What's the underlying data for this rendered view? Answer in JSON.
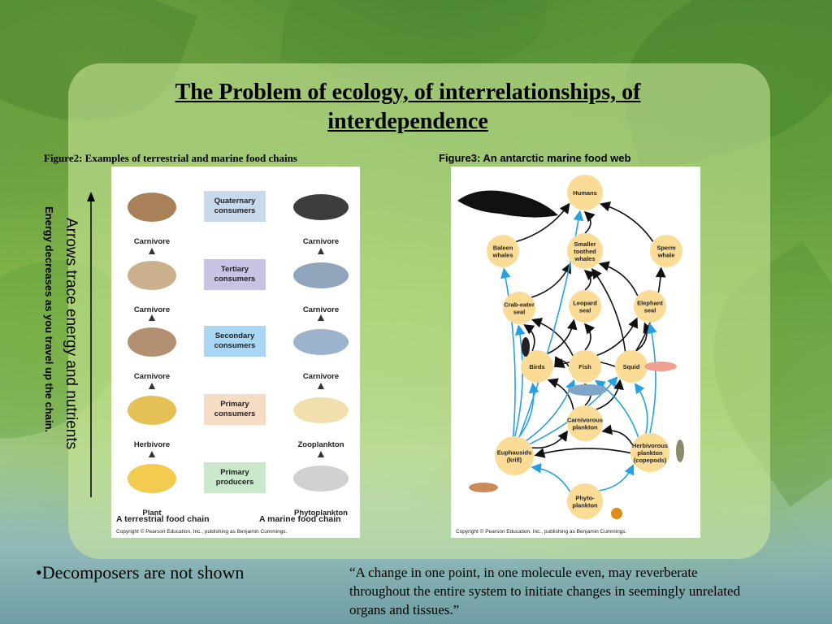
{
  "title": "The Problem of ecology, of interrelationships, of interdependence",
  "figure2_caption": "Figure2: Examples of terrestrial and marine food chains",
  "figure3_caption": "Figure3: An antarctic marine food web",
  "side_text_energy": "Energy decreases as you travel up the chain.",
  "side_text_arrows": "Arrows trace energy and nutrients",
  "food_chain": {
    "levels": [
      {
        "name": "Quaternary consumers",
        "line1": "Quaternary",
        "line2": "consumers",
        "color": "#c9d9ec",
        "terrestrial": "Carnivore",
        "marine": "Carnivore"
      },
      {
        "name": "Tertiary consumers",
        "line1": "Tertiary",
        "line2": "consumers",
        "color": "#c8c3e4",
        "terrestrial": "Carnivore",
        "marine": "Carnivore"
      },
      {
        "name": "Secondary consumers",
        "line1": "Secondary",
        "line2": "consumers",
        "color": "#a9d6f2",
        "terrestrial": "Carnivore",
        "marine": "Carnivore"
      },
      {
        "name": "Primary consumers",
        "line1": "Primary",
        "line2": "consumers",
        "color": "#f6dcc4",
        "terrestrial": "Herbivore",
        "marine": "Zooplankton"
      },
      {
        "name": "Primary producers",
        "line1": "Primary",
        "line2": "producers",
        "color": "#c9e8cc",
        "terrestrial": "Plant",
        "marine": "Phytoplankton"
      }
    ],
    "terrestrial_caption": "A terrestrial food chain",
    "marine_caption": "A marine food chain",
    "copyright": "Copyright © Pearson Education, Inc., publishing as Benjamin Cummings."
  },
  "food_web": {
    "nodes": {
      "humans": [
        "Humans"
      ],
      "baleen": [
        "Baleen",
        "whales"
      ],
      "toothed": [
        "Smaller",
        "toothed",
        "whales"
      ],
      "sperm": [
        "Sperm",
        "whale"
      ],
      "crab": [
        "Crab-eater",
        "seal"
      ],
      "leopard": [
        "Leopard",
        "seal"
      ],
      "elephant": [
        "Elephant",
        "seal"
      ],
      "birds": [
        "Birds"
      ],
      "fish": [
        "Fish"
      ],
      "squid": [
        "Squid"
      ],
      "carniv": [
        "Carnivorous",
        "plankton"
      ],
      "krill": [
        "Euphausids",
        "(krill)"
      ],
      "herb": [
        "Herbivorous",
        "plankton",
        "(copepods)"
      ],
      "phyto": [
        "Phyto-",
        "plankton"
      ]
    },
    "copyright": "Copyright © Pearson Education, Inc., publishing as Benjamin Cummings."
  },
  "bullet_text": "•Decomposers are not shown",
  "quote_text": "“A change in one point, in one molecule even, may reverberate throughout the entire system to initiate changes in seemingly unrelated organs and tissues.”"
}
